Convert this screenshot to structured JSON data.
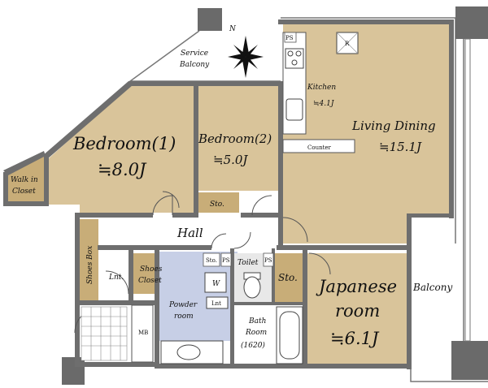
{
  "labels": {
    "service_balcony": "Service",
    "service_balcony_2": "Balcony",
    "kitchen": "Kitchen",
    "kitchen_size": "≒4.1J",
    "living_dining": "Living Dining",
    "living_dining_size": "≒15.1J",
    "counter": "Counter",
    "bedroom1": "Bedroom(1)",
    "bedroom1_size": "≒8.0J",
    "bedroom2": "Bedroom(2)",
    "bedroom2_size": "≒5.0J",
    "walk_in": "Walk in",
    "walk_in_2": "Closet",
    "storage_bed2": "Sto.",
    "hall": "Hall",
    "shoes_box": "Shoes Box",
    "shoes_closet": "Shoes",
    "shoes_closet_2": "Closet",
    "lnt": "Lnt.",
    "storage_small": "Sto.",
    "ps": "PS",
    "toilet": "Toilet",
    "storage_toilet": "Sto.",
    "washer": "W",
    "lnt_powder": "Lnt",
    "powder": "Powder",
    "powder_2": "room",
    "bath": "Bath",
    "bath_2": "Room",
    "bath_size": "(1620)",
    "japanese": "Japanese",
    "japanese_2": "room",
    "japanese_size": "≒6.1J",
    "balcony": "Balcony",
    "mb": "MB",
    "fridge": "R",
    "compass": "N"
  },
  "colors": {
    "room_fill": "#d9c49a",
    "wall": "#6e6e6e",
    "wall_dark": "#5a5a5a",
    "wet_fill": "#c7cfe6",
    "storage_fill": "#c8ad78",
    "balcony_fill": "#ffffff",
    "line": "#555555"
  }
}
